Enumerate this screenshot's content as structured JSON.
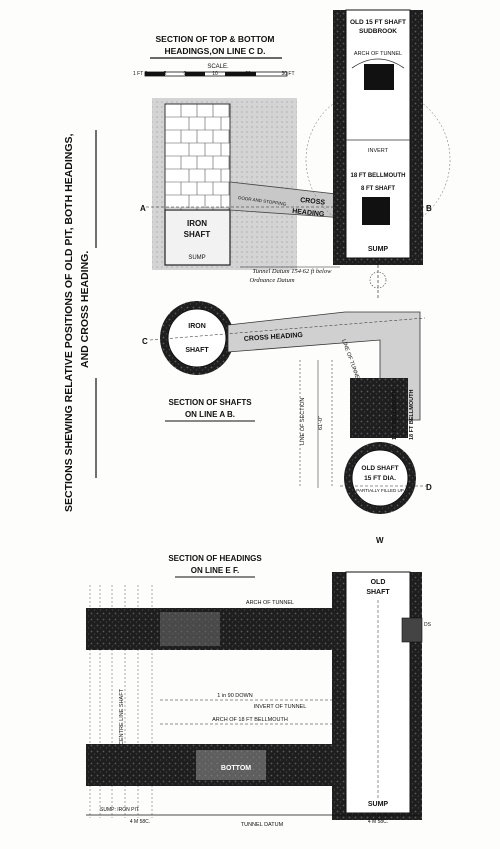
{
  "side_title": {
    "line1": "SECTIONS SHEWING RELATIVE POSITIONS OF OLD PIT, BOTH HEADINGS,",
    "line2": "AND CROSS HEADING."
  },
  "top_section": {
    "title1": "SECTION OF TOP & BOTTOM",
    "title2": "HEADINGS,ON LINE C D.",
    "scale_label": "SCALE.",
    "scale_left": "1 FT 8",
    "scale_ticks": [
      "5",
      "0",
      "10",
      "20",
      "30 FT"
    ],
    "iron_shaft1": "IRON",
    "iron_shaft2": "SHAFT",
    "sump": "SUMP",
    "cross_heading": "CROSS",
    "cross_heading2": "HEADING",
    "heading_note": "DOOR AND STOPPING",
    "datum1": "Tunnel Datum 154·62 ft below",
    "datum2": "Ordnance Datum",
    "marker_a": "A",
    "marker_b": "B"
  },
  "old_shaft_top": {
    "title1": "OLD 15 FT SHAFT",
    "title2": "SUDBROOK",
    "arch": "ARCH OF TUNNEL",
    "invert": "INVERT",
    "bellmouth": "18 FT BELLMOUTH",
    "shaft_label": "8 FT SHAFT",
    "sump": "SUMP"
  },
  "plan_section": {
    "iron": "IRON",
    "shaft": "SHAFT",
    "cross_heading": "CROSS HEADING",
    "title1": "SECTION OF SHAFTS",
    "title2": "ON LINE A B.",
    "line_of_section": "LINE OF SECTION",
    "dim": "61'-0\"",
    "bellmouth1": "18 FT BELLMOUTH",
    "bellmouth2": "18 FT BELLMOUTH",
    "to_mouth": "LINE OF TUNNEL TO MOUTH",
    "old_shaft": "OLD SHAFT",
    "dia": "15 FT DIA.",
    "filled": "PARTIALLY FILLED UP",
    "marker_c": "C",
    "marker_d": "D",
    "marker_e": "E",
    "marker_w": "W"
  },
  "bottom_section": {
    "title1": "SECTION OF HEADINGS",
    "title2": "ON LINE E F.",
    "old": "OLD",
    "shaft": "SHAFT",
    "arch_tunnel": "ARCH OF TUNNEL",
    "gradient": "1 in 90 DOWN",
    "invert_tunnel": "INVERT OF TUNNEL",
    "arch_bellmouth": "ARCH OF 18 FT BELLMOUTH",
    "bottom_heading": "BOTTOM",
    "centre_line": "CENTRE LINE SHAFT",
    "sump": "SUMP",
    "sump_left": "SUMP: IRON PIT",
    "datum": "TUNNEL DATUM",
    "dim_left": "4 M 58C.",
    "dim_right": "4 M 58C.",
    "side_label": "DS"
  }
}
